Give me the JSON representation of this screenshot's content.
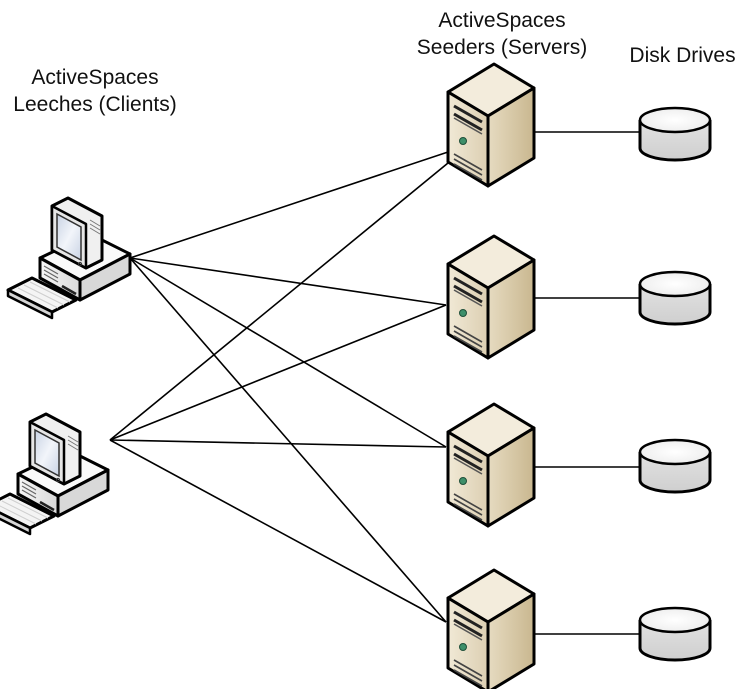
{
  "labels": {
    "clients": [
      "ActiveSpaces",
      "Leeches (Clients)"
    ],
    "servers": [
      "ActiveSpaces",
      "Seeders (Servers)"
    ],
    "disks": [
      "Disk Drives"
    ]
  },
  "nodes": {
    "clients": [
      {
        "id": "client-1",
        "type": "desktop-computer"
      },
      {
        "id": "client-2",
        "type": "desktop-computer"
      }
    ],
    "servers": [
      {
        "id": "server-1",
        "type": "tower-server"
      },
      {
        "id": "server-2",
        "type": "tower-server"
      },
      {
        "id": "server-3",
        "type": "tower-server"
      },
      {
        "id": "server-4",
        "type": "tower-server"
      }
    ],
    "disks": [
      {
        "id": "disk-1",
        "type": "disk-drive"
      },
      {
        "id": "disk-2",
        "type": "disk-drive"
      },
      {
        "id": "disk-3",
        "type": "disk-drive"
      },
      {
        "id": "disk-4",
        "type": "disk-drive"
      }
    ]
  },
  "edges": [
    {
      "from": "client-1",
      "to": "server-1"
    },
    {
      "from": "client-1",
      "to": "server-2"
    },
    {
      "from": "client-1",
      "to": "server-3"
    },
    {
      "from": "client-1",
      "to": "server-4"
    },
    {
      "from": "client-2",
      "to": "server-1"
    },
    {
      "from": "client-2",
      "to": "server-2"
    },
    {
      "from": "client-2",
      "to": "server-3"
    },
    {
      "from": "client-2",
      "to": "server-4"
    },
    {
      "from": "server-1",
      "to": "disk-1"
    },
    {
      "from": "server-2",
      "to": "disk-2"
    },
    {
      "from": "server-3",
      "to": "disk-3"
    },
    {
      "from": "server-4",
      "to": "disk-4"
    }
  ],
  "colors": {
    "line": "#000000",
    "server_body": "#e8dcc4",
    "server_side": "#d6c6a4",
    "server_top": "#f3ecdc",
    "server_led": "#3d8f6a",
    "computer_body": "#eeeeee",
    "computer_screen": "#dfe6f2",
    "disk_body": "#e4e4e4",
    "disk_top": "#f4f4f4"
  }
}
